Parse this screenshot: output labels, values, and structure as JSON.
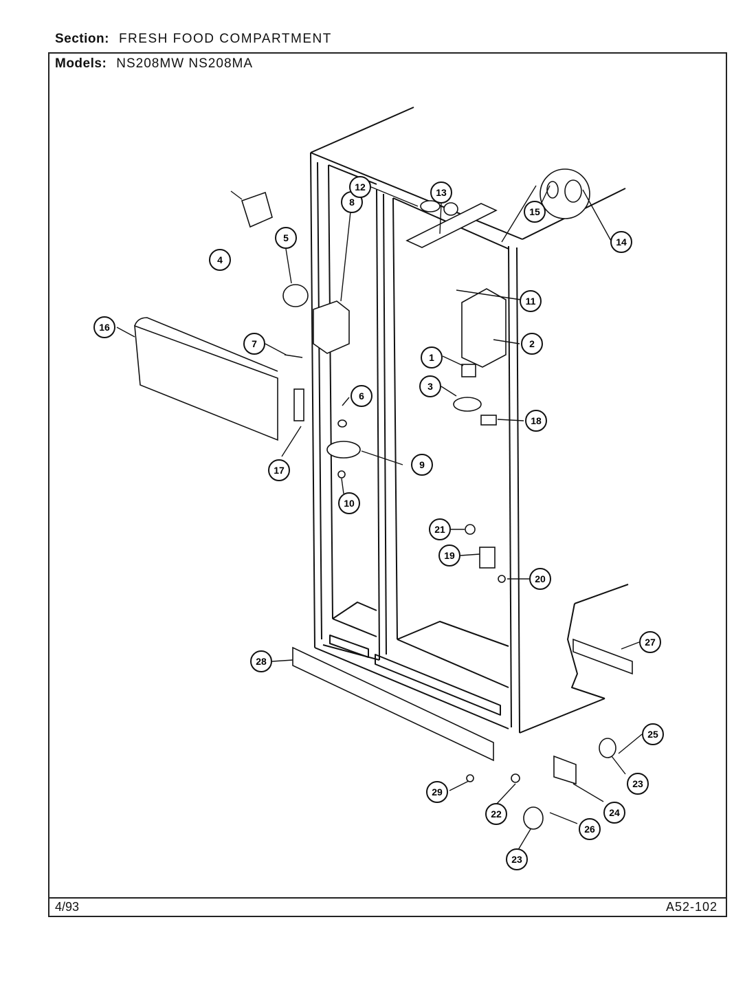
{
  "header": {
    "section_label": "Section:",
    "section_value": "FRESH FOOD COMPARTMENT",
    "models_label": "Models:",
    "models_value": "NS208MW NS208MA"
  },
  "footer": {
    "date": "4/93",
    "code": "A52-102"
  },
  "callouts": [
    {
      "label": "1"
    },
    {
      "label": "2"
    },
    {
      "label": "3"
    },
    {
      "label": "4"
    },
    {
      "label": "5"
    },
    {
      "label": "6"
    },
    {
      "label": "7"
    },
    {
      "label": "8"
    },
    {
      "label": "9"
    },
    {
      "label": "10"
    },
    {
      "label": "11"
    },
    {
      "label": "12"
    },
    {
      "label": "13"
    },
    {
      "label": "14"
    },
    {
      "label": "15"
    },
    {
      "label": "16"
    },
    {
      "label": "17"
    },
    {
      "label": "18"
    },
    {
      "label": "19"
    },
    {
      "label": "20"
    },
    {
      "label": "21"
    },
    {
      "label": "22"
    },
    {
      "label": "23"
    },
    {
      "label": "23"
    },
    {
      "label": "24"
    },
    {
      "label": "25"
    },
    {
      "label": "26"
    },
    {
      "label": "27"
    },
    {
      "label": "28"
    },
    {
      "label": "29"
    }
  ]
}
